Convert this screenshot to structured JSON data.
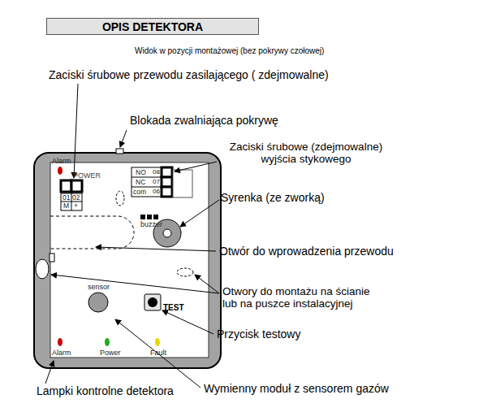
{
  "diagram": {
    "nodes": [
      {
        "text": [
          "OPIS DETEKTORA"
        ]
      }
    ],
    "labels": [
      "Widok w pozycji montażowej (bez pokrywy czołowej)",
      "Zaciski śrubowe przewodu zasilającego ( zdejmowalne)",
      "Blokada zwalniająca pokrywę",
      "Zaciski śrubowe (zdejmowalne) wyjścia stykowego",
      "Syrenka (ze zworką)",
      "Otwór do wprowadzenia przewodu",
      "Otwory do montażu na ścianie lub na puszce instalacyjnej",
      "Przycisk testowy",
      "Lampki kontrolne detektora",
      "Wymienny moduł z sensorem gazów",
      "Alarm",
      "POWER",
      "01",
      "02",
      "M",
      "+",
      "NO",
      "08",
      "NC",
      "07",
      "com",
      "06",
      "buzzer",
      "sensor",
      "TEST",
      "Alarm",
      "Power",
      "Fault"
    ]
  }
}
